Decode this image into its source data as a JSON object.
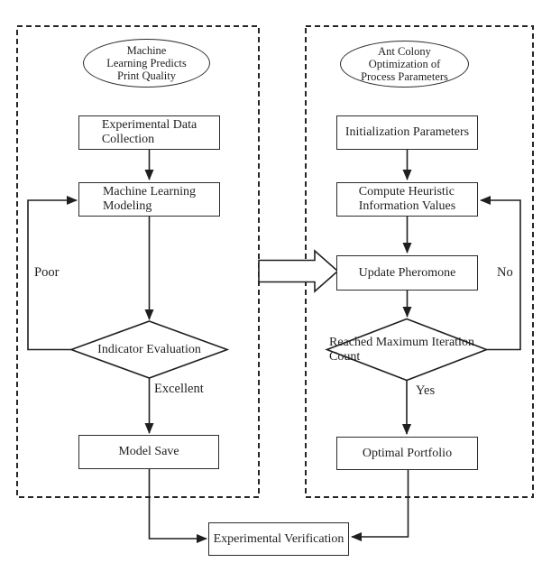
{
  "colors": {
    "stroke": "#1f1f1f",
    "panel_border": "#262626",
    "node_border": "#2b2b2b",
    "background": "#ffffff"
  },
  "left_panel": {
    "start": "Machine\nLearning Predicts\nPrint Quality",
    "nodes": {
      "data_collection": "Experimental Data\nCollection",
      "ml_modeling": "Machine Learning\nModeling",
      "indicator_evaluation": "Indicator Evaluation",
      "model_save": "Model Save"
    },
    "labels": {
      "poor": "Poor",
      "excellent": "Excellent"
    }
  },
  "right_panel": {
    "start": "Ant Colony\nOptimization of\nProcess Parameters",
    "nodes": {
      "initialization": "Initialization Parameters",
      "heuristic": "Compute Heuristic\nInformation Values",
      "update_pheromone": "Update Pheromone",
      "max_iteration": "Reached Maximum\nIteration Count",
      "optimal_portfolio": "Optimal Portfolio"
    },
    "labels": {
      "no": "No",
      "yes": "Yes"
    }
  },
  "shared": {
    "verification": "Experimental Verification"
  }
}
